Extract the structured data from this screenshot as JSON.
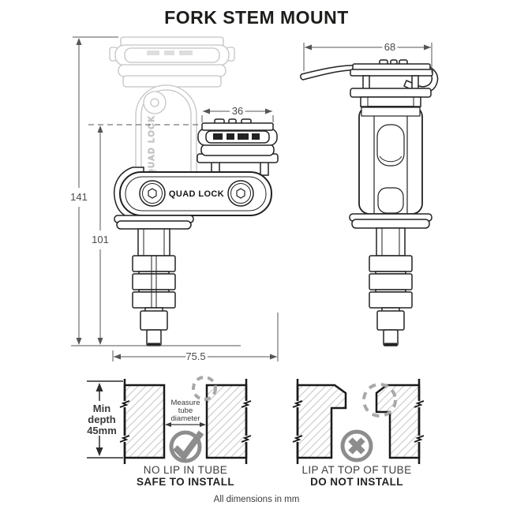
{
  "title": "FORK STEM MOUNT",
  "footer": "All dimensions in mm",
  "brand": "QUAD LOCK",
  "colors": {
    "ink": "#1d1d1b",
    "dim_lines": "#555555",
    "dim_text": "#4a4a4a",
    "ghost": "#c4c4c4",
    "icon_gray": "#8d8d8d",
    "dashed_circle_gray": "#a8a8a8",
    "hatch_gray": "#c9c9c9"
  },
  "front_view": {
    "dim_total_height": "141",
    "dim_folded_height": "101",
    "dim_head_width": "36",
    "dim_overall_width": "75.5"
  },
  "side_view": {
    "dim_head_width": "68"
  },
  "install_safe": {
    "min_depth": [
      "Min",
      "depth",
      "45mm"
    ],
    "measure": [
      "Measure",
      "tube",
      "diameter"
    ],
    "caption_line1": "NO LIP IN TUBE",
    "caption_line2": "SAFE TO INSTALL",
    "icon": "check-icon"
  },
  "install_unsafe": {
    "caption_line1": "LIP AT TOP OF TUBE",
    "caption_line2": "DO NOT INSTALL",
    "icon": "x-icon"
  }
}
